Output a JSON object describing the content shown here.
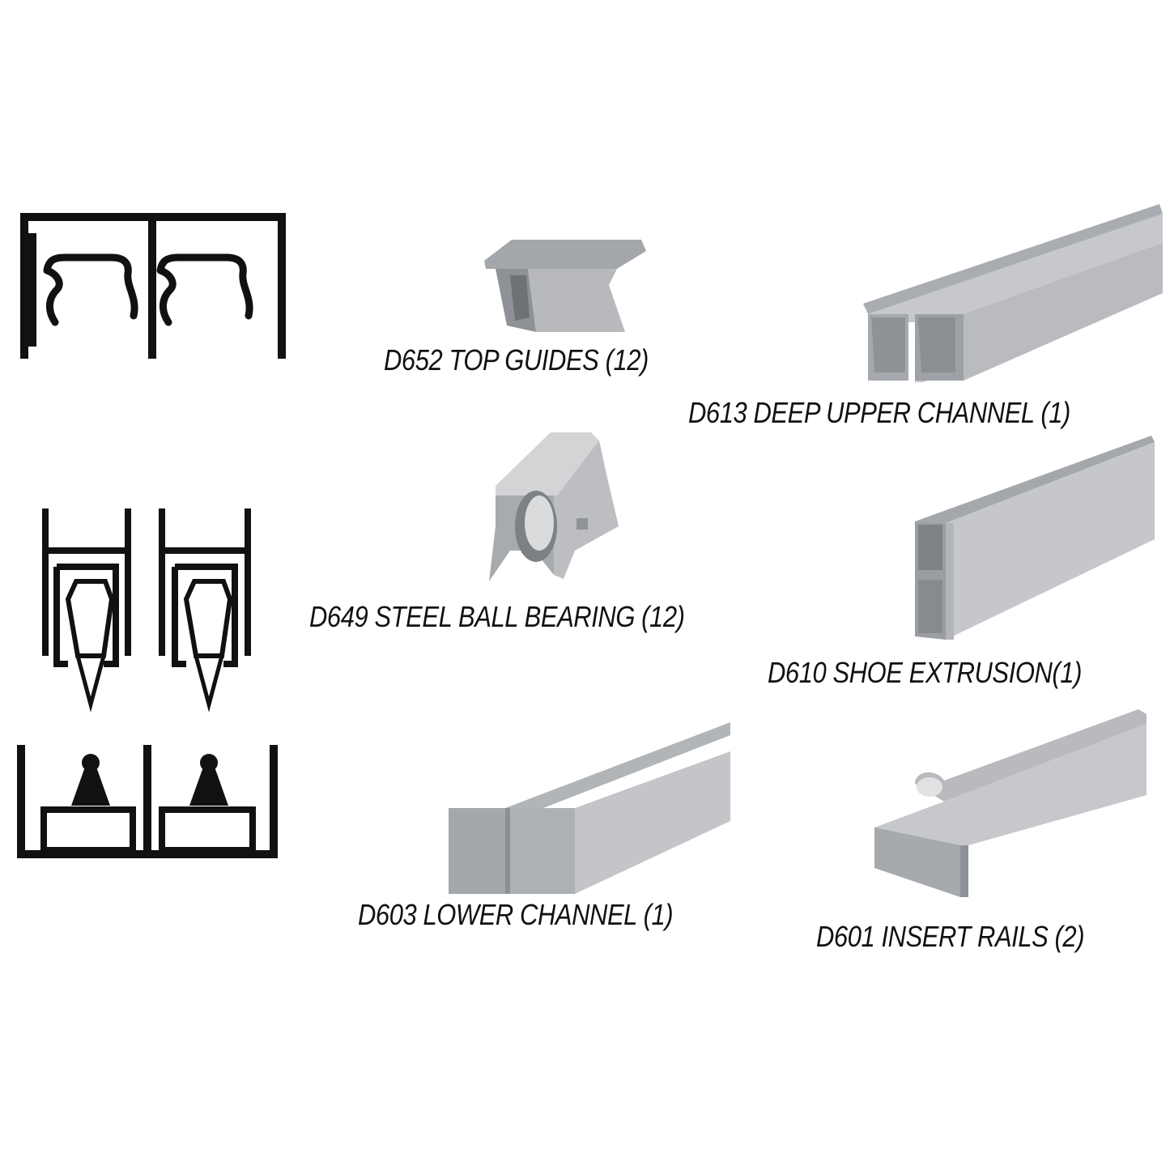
{
  "parts": [
    {
      "id": "top-guides",
      "label": "D652 TOP GUIDES (12)"
    },
    {
      "id": "deep-upper-channel",
      "label": "D613 DEEP UPPER CHANNEL (1)"
    },
    {
      "id": "steel-ball-bearing",
      "label": "D649 STEEL BALL BEARING (12)"
    },
    {
      "id": "shoe-extrusion",
      "label": "D610 SHOE EXTRUSION(1)"
    },
    {
      "id": "lower-channel",
      "label": "D603 LOWER CHANNEL (1)"
    },
    {
      "id": "insert-rails",
      "label": "D601 INSERT RAILS (2)"
    }
  ],
  "colors": {
    "profile_stroke": "#111111",
    "metal_light": "#c7c9cc",
    "metal_mid": "#a9acb0",
    "metal_dark": "#8a8d92",
    "text": "#111111"
  },
  "icons": [
    "upper-track-cross-section-icon",
    "lower-track-cross-section-icon"
  ]
}
